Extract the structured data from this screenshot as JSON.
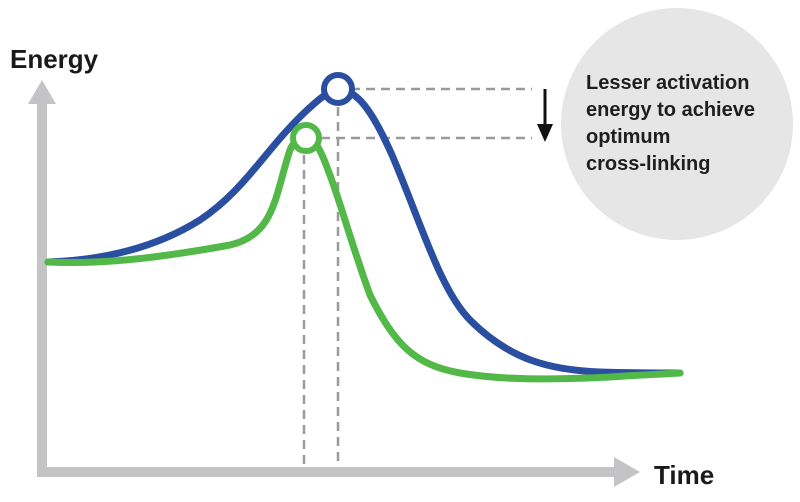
{
  "axes": {
    "y_label": "Energy",
    "x_label": "Time"
  },
  "annotation": {
    "lines": [
      "Lesser activation",
      "energy to achieve",
      "optimum",
      "cross-linking"
    ]
  },
  "curves": [
    {
      "id": "higher-activation-curve",
      "color": "#2b4fa0"
    },
    {
      "id": "lower-activation-curve",
      "color": "#52b848"
    }
  ],
  "colors": {
    "axis": "#c4c4c6",
    "guide": "#9a9a9a",
    "arrow": "#111111",
    "callout_background": "#e6e6e6"
  }
}
